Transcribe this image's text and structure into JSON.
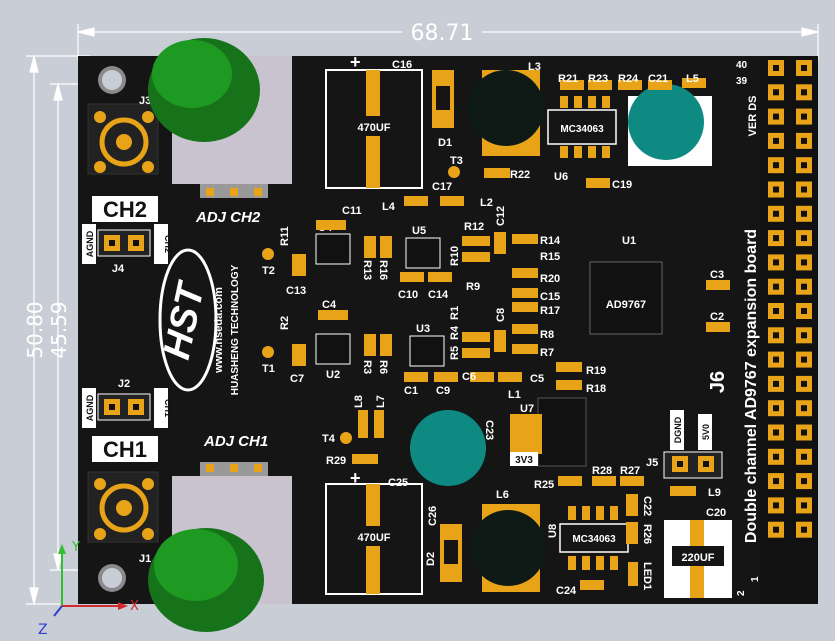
{
  "view": {
    "background": "#c8cdd6",
    "board_color": "#151515",
    "copper_color": "#e8a318",
    "silk_color": "#ffffff",
    "green_knob": "#1e8f1e",
    "teal_cap": "#0f7f7a"
  },
  "dimensions": {
    "width": "68.71",
    "height_outer": "50.80",
    "height_inner": "45.59"
  },
  "axes": {
    "x": "X",
    "y": "Y",
    "z": "Z"
  },
  "board": {
    "title_vertical": "Double  channel  AD9767  expansion  board",
    "version": "VER  DS",
    "connector_label": "J6",
    "header_pin_top_a": "40",
    "header_pin_top_b": "39",
    "header_pin_bot_a": "2",
    "header_pin_bot_b": "1"
  },
  "logo": {
    "brand": "HST",
    "site": "www.hseda.com",
    "company": "HUASHENG TECHNOLOGY"
  },
  "channels": {
    "ch2": "CH2",
    "ch1": "CH1",
    "adj_ch2": "ADJ CH2",
    "adj_ch1": "ADJ CH1",
    "agnd": "AGND",
    "ch2_pin": "CH2",
    "ch1_pin": "CH1",
    "dgnd": "DGND",
    "v5": "5V0",
    "v33": "3V3"
  },
  "components": {
    "J1": "J1",
    "J2": "J2",
    "J3": "J3",
    "J4": "J4",
    "J5": "J5",
    "U1": "U1",
    "U2": "U2",
    "U3": "U3",
    "U4": "U4",
    "U5": "U5",
    "U6": "U6",
    "U7": "U7",
    "U8": "U8",
    "L1": "L1",
    "L2": "L2",
    "L3": "L3",
    "L4": "L4",
    "L5": "L5",
    "L6": "L6",
    "L7": "L7",
    "L8": "L8",
    "L9": "L9",
    "T1": "T1",
    "T2": "T2",
    "T3": "T3",
    "T4": "T4",
    "D1": "D1",
    "D2": "D2",
    "LED1": "LED1",
    "C1": "C1",
    "C2": "C2",
    "C3": "C3",
    "C4": "C4",
    "C5": "C5",
    "C6": "C6",
    "C7": "C7",
    "C8": "C8",
    "C9": "C9",
    "C10": "C10",
    "C11": "C11",
    "C12": "C12",
    "C13": "C13",
    "C14": "C14",
    "C15": "C15",
    "C16": "C16",
    "C17": "C17",
    "C19": "C19",
    "C20": "C20",
    "C21": "C21",
    "C22": "C22",
    "C23": "C23",
    "C24": "C24",
    "C25": "C25",
    "C26": "C26",
    "R1": "R1",
    "R2": "R2",
    "R3": "R3",
    "R4": "R4",
    "R5": "R5",
    "R6": "R6",
    "R7": "R7",
    "R8": "R8",
    "R9": "R9",
    "R10": "R10",
    "R11": "R11",
    "R12": "R12",
    "R13": "R13",
    "R14": "R14",
    "R15": "R15",
    "R16": "R16",
    "R17": "R17",
    "R18": "R18",
    "R19": "R19",
    "R20": "R20",
    "R21": "R21",
    "R22": "R22",
    "R23": "R23",
    "R24": "R24",
    "R25": "R25",
    "R26": "R26",
    "R27": "R27",
    "R28": "R28",
    "R29": "R29"
  },
  "parts": {
    "dac": "AD9767",
    "reg_top": "MC34063",
    "reg_bot": "MC34063",
    "cap_top": "470UF",
    "cap_bot": "470UF",
    "cap_220": "220UF"
  }
}
